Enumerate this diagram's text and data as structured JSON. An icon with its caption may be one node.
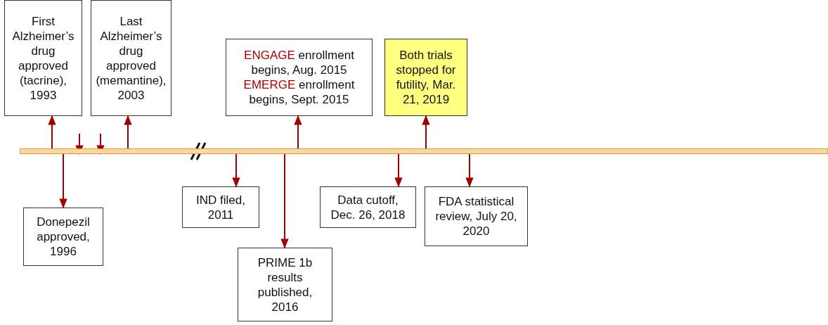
{
  "diagram": {
    "nodes": [
      {
        "text": [],
        "shape": "bar"
      },
      {
        "text": [
          "First Alzheimer’s drug approved (tacrine), 1993"
        ]
      },
      {
        "text": [
          "Donepezil approved, 1996"
        ]
      },
      {
        "text": [
          "Last Alzheimer’s drug approved (memantine), 2003"
        ]
      },
      {
        "text": [
          "IND filed, 2011"
        ]
      },
      {
        "text": [
          "ENGAGE enrollment begins, Aug. 2015",
          "EMERGE enrollment begins, Sept. 2015"
        ]
      },
      {
        "text": [
          "PRIME 1b results published, 2016"
        ]
      },
      {
        "text": [
          "Both trials stopped for futility, Mar. 21, 2019"
        ]
      },
      {
        "text": [
          "Data cutoff, Dec. 26, 2018"
        ]
      },
      {
        "text": [
          "FDA statistical review, July 20, 2020"
        ]
      }
    ],
    "edges": [
      {
        "from": 0,
        "to": 1,
        "arrow": "to"
      },
      {
        "from": 0,
        "to": 2,
        "arrow": "to"
      },
      {
        "from": null,
        "to": 0,
        "arrow": "to"
      },
      {
        "from": null,
        "to": 0,
        "arrow": "to"
      },
      {
        "from": 0,
        "to": 3,
        "arrow": "to"
      },
      {
        "from": 0,
        "to": 4,
        "arrow": "to"
      },
      {
        "from": 0,
        "to": 6,
        "arrow": "to"
      },
      {
        "from": 0,
        "to": 5,
        "arrow": "to"
      },
      {
        "from": 0,
        "to": 8,
        "arrow": "to"
      },
      {
        "from": 0,
        "to": 7,
        "arrow": "to"
      },
      {
        "from": 0,
        "to": 9,
        "arrow": "to"
      }
    ]
  }
}
